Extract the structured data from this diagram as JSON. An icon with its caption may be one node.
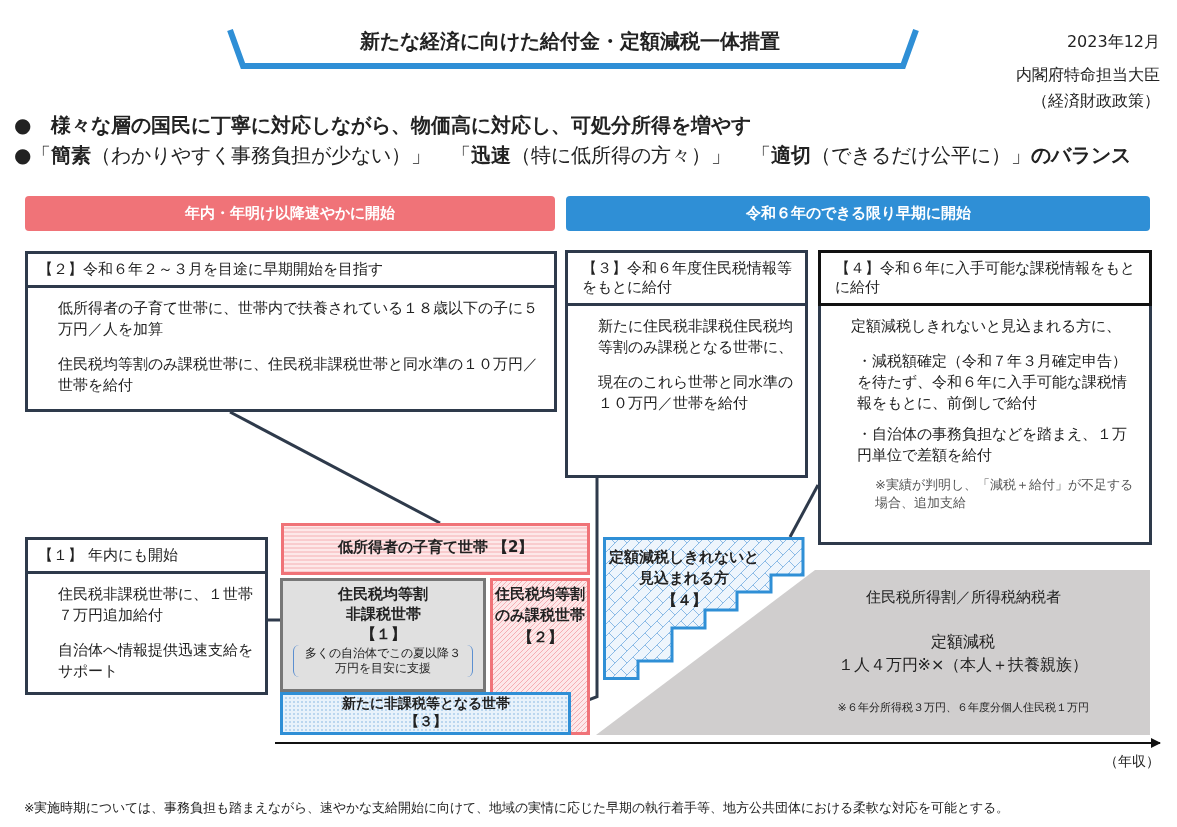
{
  "diagram": {
    "title": "新たな経済に向けた給付金・定額減税一体措置",
    "caption": "※実施時期については、事務負担も踏まえながら、速やかな支給開始に向けて、地域の実情に応じた早期の執行着手等、地方公共団体における柔軟な対応を可能とする。",
    "nodes": [
      {
        "text": [
          "年内・年明け以降速やかに開始"
        ]
      },
      {
        "text": [
          "令和６年のできる限り早期に開始"
        ]
      },
      {
        "text": [
          "【２】令和６年２～３月を目途に早期開始を目指す",
          "低所得者の子育て世帯に、世帯内で扶養されている１８歳以下の子に５万円／人を加算",
          "住民税均等割のみ課税世帯に、住民税非課税世帯と同水準の１０万円／世帯を給付"
        ]
      },
      {
        "text": [
          "【３】令和６年度住民税情報等をもとに給付",
          "新たに住民税非課税住民税均等割のみ課税となる世帯に、",
          "現在のこれら世帯と同水準の１０万円／世帯を給付"
        ]
      },
      {
        "text": [
          "【４】令和６年に入手可能な課税情報をもとに給付",
          "定額減税しきれないと見込まれる方に、",
          "・減税額確定（令和７年３月確定申告）を待たず、令和６年に入手可能な課税情報をもとに、前倒しで給付",
          "・自治体の事務負担などを踏まえ、１万円単位で差額を給付",
          "※実績が判明し、「減税＋給付」が不足する場合、追加支給"
        ]
      },
      {
        "text": [
          "【１】 年内にも開始",
          "住民税非課税世帯に、１世帯７万円追加給付",
          "自治体へ情報提供迅速支給をサポート"
        ]
      },
      {
        "text": [
          "低所得者の子育て世帯 【2】"
        ]
      },
      {
        "text": [
          "住民税均等割非課税世帯",
          "【１】",
          "多くの自治体でこの夏以降３万円を目安に支援"
        ]
      },
      {
        "text": [
          "住民税均等割のみ課税世帯",
          "【２】"
        ]
      },
      {
        "text": [
          "新たに非課税等となる世帯",
          "【３】"
        ]
      },
      {
        "text": [
          "定額減税しきれないと見込まれる方",
          "【４】"
        ]
      },
      {
        "text": [
          "住民税所得割／所得税納税者",
          "定額減税",
          "１人４万円※×（本人＋扶養親族）",
          "※６年分所得税３万円、６年度分個人住民税１万円"
        ]
      }
    ],
    "edges": [
      {
        "from": 2,
        "to": 6,
        "arrow": "none"
      },
      {
        "from": 5,
        "to": 7,
        "arrow": "none"
      },
      {
        "from": 3,
        "to": 9,
        "arrow": "none"
      },
      {
        "from": 4,
        "to": 10,
        "arrow": "none"
      }
    ],
    "labels": [
      "2023年12月",
      "内閣府特命担当大臣（経済財政政策）",
      "●　様々な層の国民に丁寧に対応しながら、物価高に対応し、可処分所得を増やす",
      "●「**簡素**（わかりやすく事務負担が少ない）」　「**迅速**（特に低所得の方々）」　「**適切**（できるだけ公平に）」**のバランス**",
      "（年収）"
    ]
  }
}
